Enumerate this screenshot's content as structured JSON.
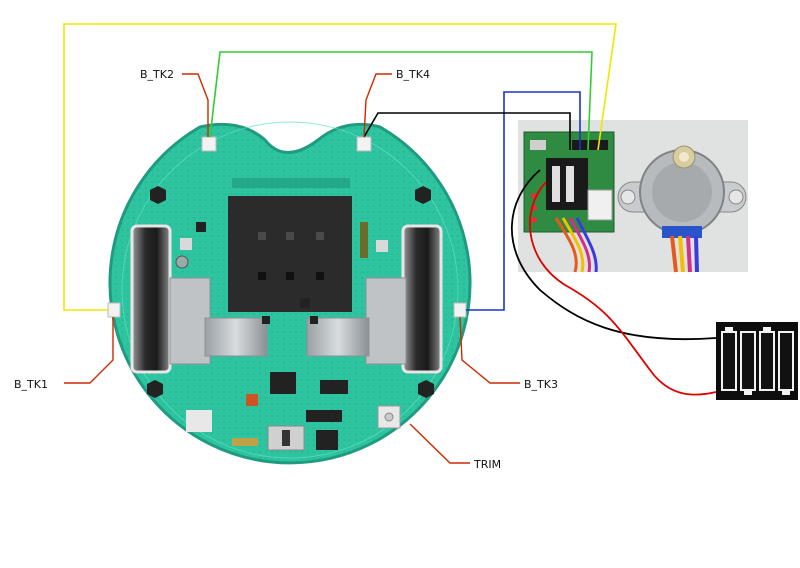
{
  "labels": {
    "b_tk1": "B_TK1",
    "b_tk2": "B_TK2",
    "b_tk3": "B_TK3",
    "b_tk4": "B_TK4",
    "trim": "TRIM"
  },
  "colors": {
    "pcb": "#2ec4a0",
    "pcb_dark": "#1f9c7f",
    "wire_yellow": "#f2e600",
    "wire_green": "#33cc33",
    "wire_blue": "#1a33cc",
    "wire_black": "#000000",
    "wire_red": "#e00000",
    "leader": "#cc2a00"
  }
}
